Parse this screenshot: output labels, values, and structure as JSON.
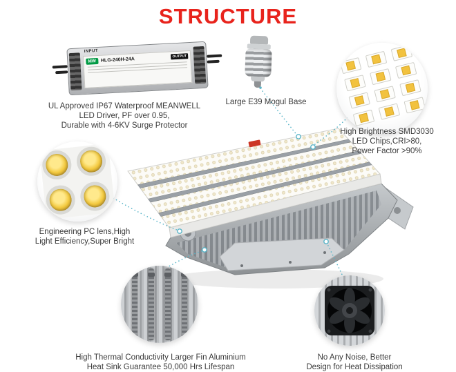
{
  "title": "STRUCTURE",
  "colors": {
    "accent": "#e8231c",
    "connector": "#58b4c8",
    "text": "#3a3a3a"
  },
  "callouts": {
    "driver": {
      "caption": "UL Approved IP67 Waterproof MEANWELL\nLED Driver, PF over 0.95,\nDurable with 4-6KV Surge Protector",
      "brand": "MW",
      "model": "HLG-240H-24A",
      "input_label": "INPUT",
      "output_label": "OUTPUT"
    },
    "mogul_base": {
      "caption": "Large E39 Mogul Base"
    },
    "led_chips": {
      "caption": "High Brightness SMD3030\nLED Chips,CRI>80,\nPower Factor >90%"
    },
    "pc_lens": {
      "caption": "Engineering PC lens,High\nLight Efficiency,Super Bright"
    },
    "heat_sink": {
      "caption": "High Thermal Conductivity Larger Fin Aluminium\nHeat Sink Guarantee 50,000 Hrs Lifespan"
    },
    "fan": {
      "caption": "No Any Noise, Better\nDesign for Heat Dissipation"
    }
  }
}
